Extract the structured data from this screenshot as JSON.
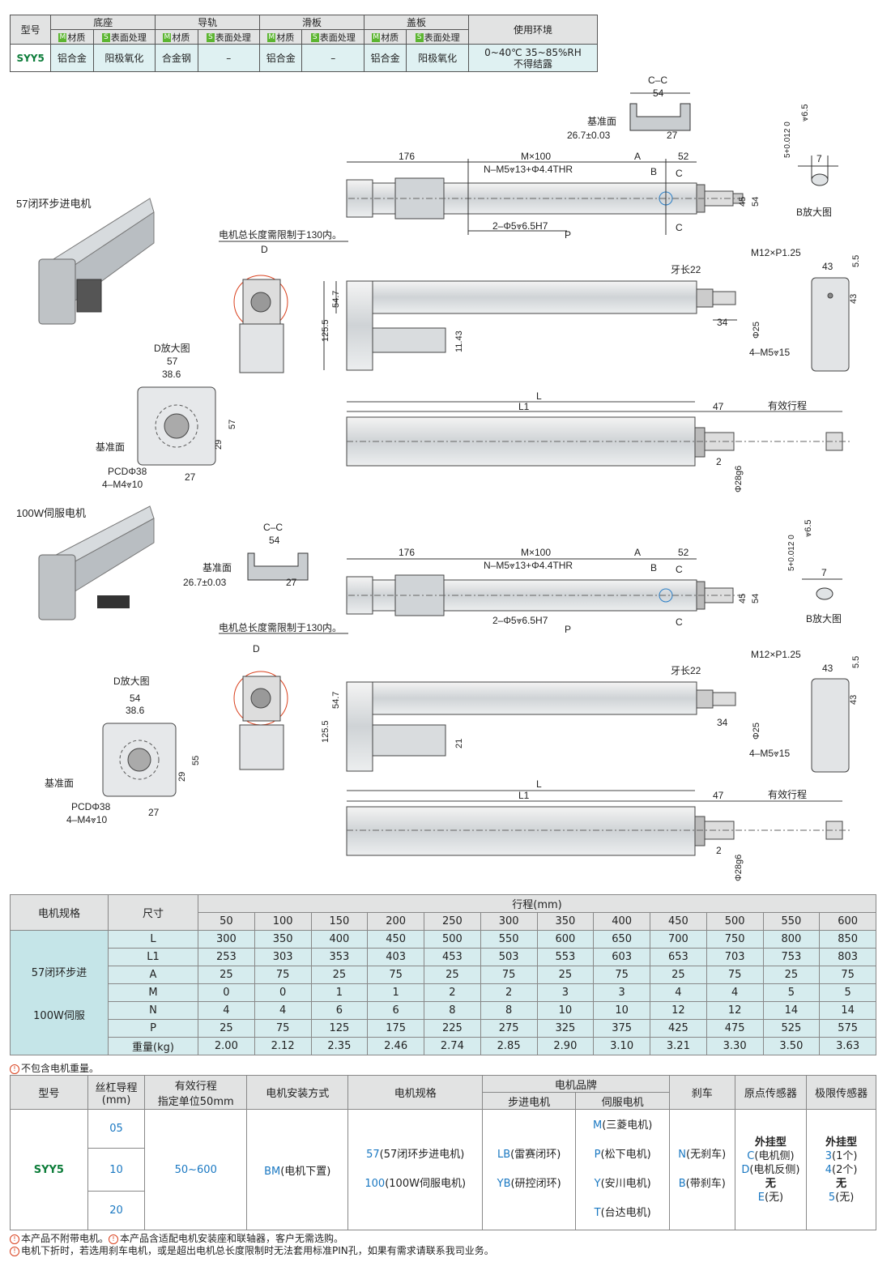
{
  "spec_table": {
    "h_model": "型号",
    "h_base": "底座",
    "h_rail": "导轨",
    "h_slider": "滑板",
    "h_cover": "盖板",
    "h_env": "使用环境",
    "m_letter": "M",
    "s_letter": "S",
    "h_material": "材质",
    "h_surface": "表面处理",
    "model": "SYY5",
    "base_material": "铝合金",
    "base_surface": "阳极氧化",
    "rail_material": "合金钢",
    "rail_surface": "–",
    "slider_material": "铝合金",
    "slider_surface": "–",
    "cover_material": "铝合金",
    "cover_surface": "阳极氧化",
    "env_line1": "0~40℃  35~85%RH",
    "env_line2": "不得结露"
  },
  "drawing": {
    "label_57": "57闭环步进电机",
    "label_100w": "100W伺服电机",
    "cc": "C–C",
    "d54": "54",
    "d27": "27",
    "ref_face": "基准面",
    "d26": "26.7±0.03",
    "d176": "176",
    "mx100": "M×100",
    "a": "A",
    "d52": "52",
    "c": "C",
    "b": "B",
    "d45": "45",
    "n_holes": "N–M5⩔13+Φ4.4THR",
    "pin_holes": "2–Φ5⩔6.5H7",
    "p": "P",
    "motor_note": "电机总长度需限制于130内。",
    "b_tol": "5+0.012 0",
    "b_depth": "⩔6.5",
    "d7": "7",
    "b_zoom": "B放大图",
    "d_mark": "D",
    "m12": "M12×P1.25",
    "thread_len": "牙长22",
    "d43": "43",
    "d55": "5.5",
    "d547": "54.7",
    "d1255": "125.5",
    "d1143": "11.43",
    "d21": "21",
    "d34": "34",
    "phi25": "Φ25",
    "m5_15": "4–M5⩔15",
    "d_zoom": "D放大图",
    "d57": "57",
    "d386": "38.6",
    "d29": "29",
    "d55b": "55",
    "pcd": "PCDΦ38",
    "m4": "4–M4⩔10",
    "l": "L",
    "l1": "L1",
    "d47": "47",
    "stroke": "有效行程",
    "d2": "2",
    "phi28": "Φ28g6"
  },
  "dim_table": {
    "h_motor": "电机规格",
    "h_size": "尺寸",
    "h_stroke": "行程(mm)",
    "strokes": [
      "50",
      "100",
      "150",
      "200",
      "250",
      "300",
      "350",
      "400",
      "450",
      "500",
      "550",
      "600"
    ],
    "motor1": "57闭环步进",
    "motor2": "100W伺服",
    "rows": [
      {
        "name": "L",
        "values": [
          "300",
          "350",
          "400",
          "450",
          "500",
          "550",
          "600",
          "650",
          "700",
          "750",
          "800",
          "850"
        ]
      },
      {
        "name": "L1",
        "values": [
          "253",
          "303",
          "353",
          "403",
          "453",
          "503",
          "553",
          "603",
          "653",
          "703",
          "753",
          "803"
        ]
      },
      {
        "name": "A",
        "values": [
          "25",
          "75",
          "25",
          "75",
          "25",
          "75",
          "25",
          "75",
          "25",
          "75",
          "25",
          "75"
        ]
      },
      {
        "name": "M",
        "values": [
          "0",
          "0",
          "1",
          "1",
          "2",
          "2",
          "3",
          "3",
          "4",
          "4",
          "5",
          "5"
        ]
      },
      {
        "name": "N",
        "values": [
          "4",
          "4",
          "6",
          "6",
          "8",
          "8",
          "10",
          "10",
          "12",
          "12",
          "14",
          "14"
        ]
      },
      {
        "name": "P",
        "values": [
          "25",
          "75",
          "125",
          "175",
          "225",
          "275",
          "325",
          "375",
          "425",
          "475",
          "525",
          "575"
        ]
      },
      {
        "name": "重量(kg)",
        "values": [
          "2.00",
          "2.12",
          "2.35",
          "2.46",
          "2.74",
          "2.85",
          "2.90",
          "3.10",
          "3.21",
          "3.30",
          "3.50",
          "3.63"
        ]
      }
    ],
    "note": "不包含电机重量。"
  },
  "order_table": {
    "h_model": "型号",
    "h_lead": "丝杠导程",
    "h_lead_unit": "(mm)",
    "h_stroke": "有效行程",
    "h_stroke_unit": "指定单位50mm",
    "h_mount": "电机安装方式",
    "h_spec": "电机规格",
    "h_brand": "电机品牌",
    "h_stepper": "步进电机",
    "h_servo": "伺服电机",
    "h_brake": "刹车",
    "h_origin": "原点传感器",
    "h_limit": "极限传感器",
    "model": "SYY5",
    "leads": [
      "05",
      "10",
      "20"
    ],
    "stroke_range": "50~600",
    "mount_code": "BM",
    "mount_text": "(电机下置)",
    "spec1_code": "57",
    "spec1_text": "(57闭环步进电机)",
    "spec2_code": "100",
    "spec2_text": "(100W伺服电机)",
    "step1_code": "LB",
    "step1_text": "(雷赛闭环)",
    "step2_code": "YB",
    "step2_text": "(研控闭环)",
    "servo1_code": "M",
    "servo1_text": "(三菱电机)",
    "servo2_code": "P",
    "servo2_text": "(松下电机)",
    "servo3_code": "Y",
    "servo3_text": "(安川电机)",
    "servo4_code": "T",
    "servo4_text": "(台达电机)",
    "brake1_code": "N",
    "brake1_text": "(无刹车)",
    "brake2_code": "B",
    "brake2_text": "(带刹车)",
    "origin_title": "外挂型",
    "origin1_code": "C",
    "origin1_text": "(电机侧)",
    "origin2_code": "D",
    "origin2_text": "(电机反侧)",
    "origin_none": "无",
    "origin3_code": "E",
    "origin3_text": "(无)",
    "limit_title": "外挂型",
    "limit1_code": "3",
    "limit1_text": "(1个)",
    "limit2_code": "4",
    "limit2_text": "(2个)",
    "limit_none": "无",
    "limit3_code": "5",
    "limit3_text": "(无)"
  },
  "footer": {
    "mark": "!",
    "line1a": "本产品不附带电机。",
    "line1b": "本产品含适配电机安装座和联轴器，客户无需选购。",
    "line2": "电机下折时，若选用刹车电机，或是超出电机总长度限制时无法套用标准PIN孔，如果有需求请联系我司业务。"
  }
}
